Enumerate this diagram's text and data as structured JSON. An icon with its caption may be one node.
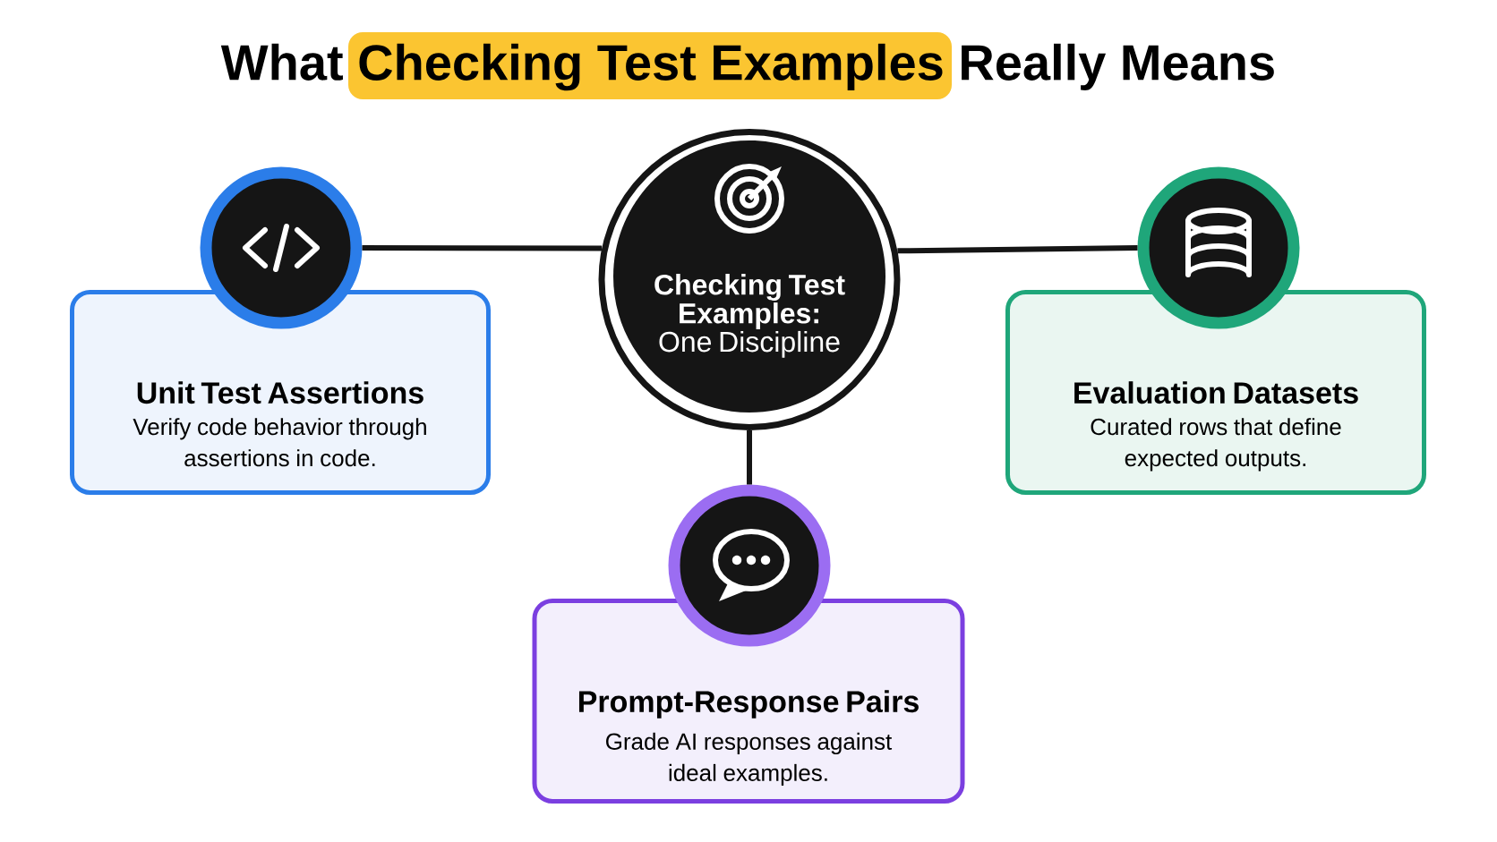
{
  "diagram": {
    "title": "What Checking Test Examples Really Means",
    "nodes": [
      {
        "text": [
          "Checking Test Examples:",
          "One Discipline"
        ]
      },
      {
        "text": [],
        "shape": "circle"
      },
      {
        "text": [
          "Unit Test Assertions",
          "Verify code behavior through assertions in code."
        ]
      },
      {
        "text": [],
        "shape": "circle"
      },
      {
        "text": [
          "Evaluation Datasets",
          "Curated rows that define expected outputs."
        ]
      },
      {
        "text": [],
        "shape": "circle"
      },
      {
        "text": [
          "Prompt-Response Pairs",
          "Grade AI responses against ideal examples."
        ]
      }
    ],
    "edges": [
      {
        "from": 0,
        "to": 1,
        "arrow": "none"
      },
      {
        "from": 0,
        "to": 3,
        "arrow": "none"
      },
      {
        "from": 0,
        "to": 5,
        "arrow": "none"
      }
    ]
  }
}
